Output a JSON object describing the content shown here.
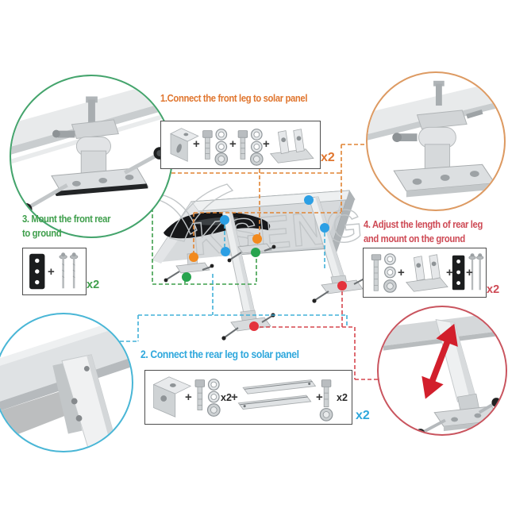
{
  "watermark": "KSENG",
  "glyphs": {
    "plus": "+"
  },
  "colors": {
    "step1_orange": "#E0762F",
    "step2_blue": "#2EA7DC",
    "step3_green": "#3F9F4C",
    "step4_red": "#CE4A55",
    "dot_orange": "#F28A1E",
    "dot_green": "#27A44E",
    "dot_blue": "#2C9FE4",
    "dot_red": "#E4333C",
    "arrow_red": "#D21F2C"
  },
  "steps": [
    {
      "label": "1.Connect the front leg to solar panel",
      "qty": "x2"
    },
    {
      "label": "2. Connect the rear leg to solar panel",
      "qty": "x2",
      "washer_qty": "x2",
      "bolt_qty": "x2"
    },
    {
      "label_line1": "3. Mount the front rear",
      "label_line2": "to ground",
      "qty": "x2"
    },
    {
      "label_line1": "4. Adjust the length of rear leg",
      "label_line2": "and mount on the ground",
      "qty": "x2"
    }
  ]
}
